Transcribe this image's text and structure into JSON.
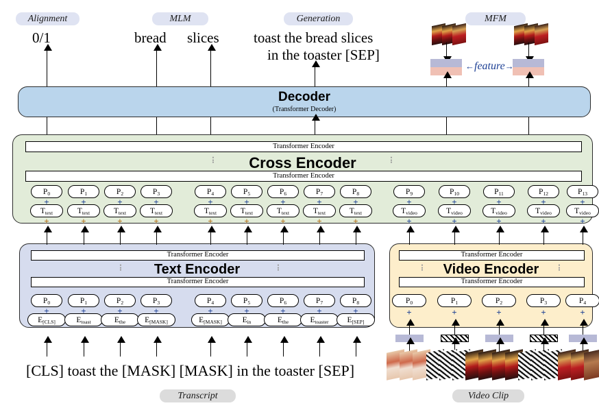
{
  "diagram": {
    "title": "Multimodal video-text pretraining architecture",
    "tasks": [
      {
        "id": "alignment",
        "label": "Alignment",
        "output": "0/1"
      },
      {
        "id": "mlm",
        "label": "MLM",
        "outputs": [
          "bread",
          "slices"
        ]
      },
      {
        "id": "generation",
        "label": "Generation",
        "outputs": [
          "toast the bread slices",
          "in the toaster [SEP]"
        ]
      },
      {
        "id": "mfm",
        "label": "MFM",
        "feature_label": "feature"
      }
    ],
    "modules": {
      "decoder": {
        "title": "Decoder",
        "subtitle": "(Transformer Decoder)",
        "color": "#bad5ec"
      },
      "cross_encoder": {
        "title": "Cross Encoder",
        "layer_label": "Transformer Encoder",
        "color": "#e2ecd9"
      },
      "text_encoder": {
        "title": "Text Encoder",
        "layer_label": "Transformer Encoder",
        "color": "#d6dcee"
      },
      "video_encoder": {
        "title": "Video Encoder",
        "layer_label": "Transformer Encoder",
        "color": "#fdeecb"
      }
    },
    "cross_tokens": {
      "text": [
        {
          "p": "P",
          "p_sub": "0",
          "t": "T",
          "t_sub": "text"
        },
        {
          "p": "P",
          "p_sub": "1",
          "t": "T",
          "t_sub": "text"
        },
        {
          "p": "P",
          "p_sub": "2",
          "t": "T",
          "t_sub": "text"
        },
        {
          "p": "P",
          "p_sub": "3",
          "t": "T",
          "t_sub": "text"
        },
        {
          "p": "P",
          "p_sub": "4",
          "t": "T",
          "t_sub": "text"
        },
        {
          "p": "P",
          "p_sub": "5",
          "t": "T",
          "t_sub": "text"
        },
        {
          "p": "P",
          "p_sub": "6",
          "t": "T",
          "t_sub": "text"
        },
        {
          "p": "P",
          "p_sub": "7",
          "t": "T",
          "t_sub": "text"
        },
        {
          "p": "P",
          "p_sub": "8",
          "t": "T",
          "t_sub": "text"
        }
      ],
      "video": [
        {
          "p": "P",
          "p_sub": "9",
          "t": "T",
          "t_sub": "video"
        },
        {
          "p": "P",
          "p_sub": "10",
          "t": "T",
          "t_sub": "video"
        },
        {
          "p": "P",
          "p_sub": "11",
          "t": "T",
          "t_sub": "video"
        },
        {
          "p": "P",
          "p_sub": "12",
          "t": "T",
          "t_sub": "video"
        },
        {
          "p": "P",
          "p_sub": "13",
          "t": "T",
          "t_sub": "video"
        }
      ]
    },
    "text_tokens": [
      {
        "p": "P",
        "p_sub": "0",
        "e": "E",
        "e_sub": "[CLS]"
      },
      {
        "p": "P",
        "p_sub": "1",
        "e": "E",
        "e_sub": "toast"
      },
      {
        "p": "P",
        "p_sub": "2",
        "e": "E",
        "e_sub": "the"
      },
      {
        "p": "P",
        "p_sub": "3",
        "e": "E",
        "e_sub": "[MASK]"
      },
      {
        "p": "P",
        "p_sub": "4",
        "e": "E",
        "e_sub": "[MASK]"
      },
      {
        "p": "P",
        "p_sub": "5",
        "e": "E",
        "e_sub": "in"
      },
      {
        "p": "P",
        "p_sub": "6",
        "e": "E",
        "e_sub": "the"
      },
      {
        "p": "P",
        "p_sub": "7",
        "e": "E",
        "e_sub": "toaster"
      },
      {
        "p": "P",
        "p_sub": "8",
        "e": "E",
        "e_sub": "[SEP]"
      }
    ],
    "video_tokens": [
      {
        "p": "P",
        "p_sub": "0",
        "masked": false
      },
      {
        "p": "P",
        "p_sub": "1",
        "masked": true
      },
      {
        "p": "P",
        "p_sub": "2",
        "masked": false
      },
      {
        "p": "P",
        "p_sub": "3",
        "masked": true
      },
      {
        "p": "P",
        "p_sub": "4",
        "masked": false
      }
    ],
    "inputs": {
      "transcript_text": "[CLS] toast the [MASK] [MASK] in the toaster [SEP]",
      "transcript_label": "Transcript",
      "video_label": "Video Clip"
    }
  }
}
